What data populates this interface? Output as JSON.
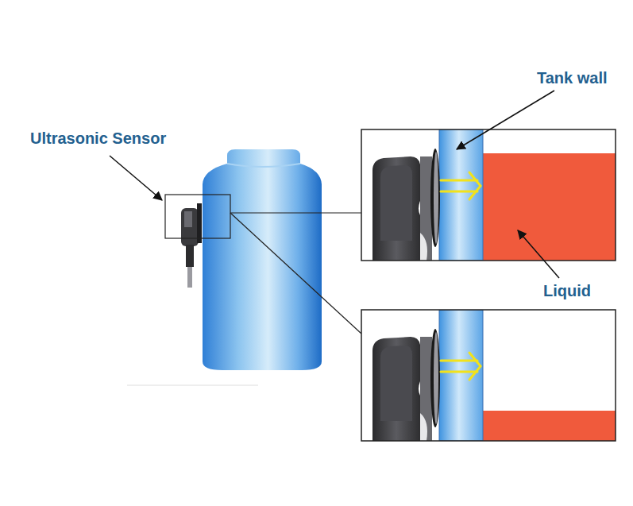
{
  "diagram": {
    "labels": [
      "Ultrasonic Sensor",
      "Tank wall",
      "Liquid"
    ]
  }
}
